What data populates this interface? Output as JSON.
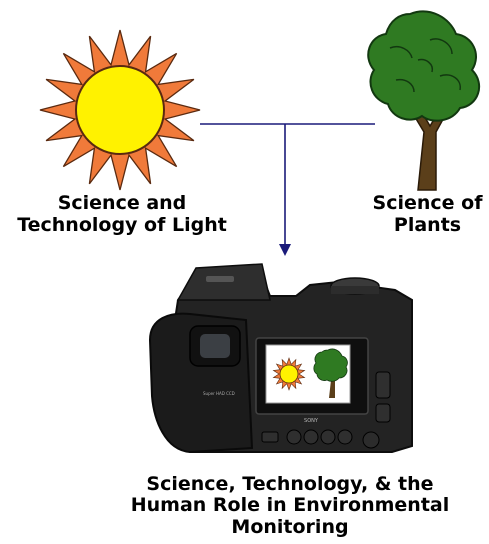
{
  "nodes": {
    "light": {
      "lines": [
        "Science and",
        "Technology of Light"
      ]
    },
    "plants": {
      "lines": [
        "Science of",
        "Plants"
      ]
    },
    "result": {
      "lines": [
        "Science, Technology, & the",
        "Human Role in Environmental",
        "Monitoring"
      ]
    }
  },
  "camera": {
    "brand": "SONY",
    "sensor": "Super HAD CCD"
  },
  "colors": {
    "connector": "#1a1a7a",
    "sun_core": "#ffee00",
    "sun_rays": "#f07a3a",
    "tree_foliage": "#2f7a22",
    "tree_trunk": "#5b3f1a",
    "camera_body": "#232323"
  }
}
